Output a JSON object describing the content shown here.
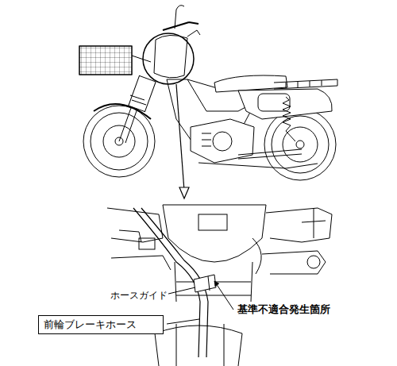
{
  "diagram": {
    "nodes": [
      {
        "text": [
          "前輪ブレーキホース"
        ]
      }
    ],
    "labels": [
      "ホースガイド",
      "基準不適合発生箇所"
    ]
  }
}
